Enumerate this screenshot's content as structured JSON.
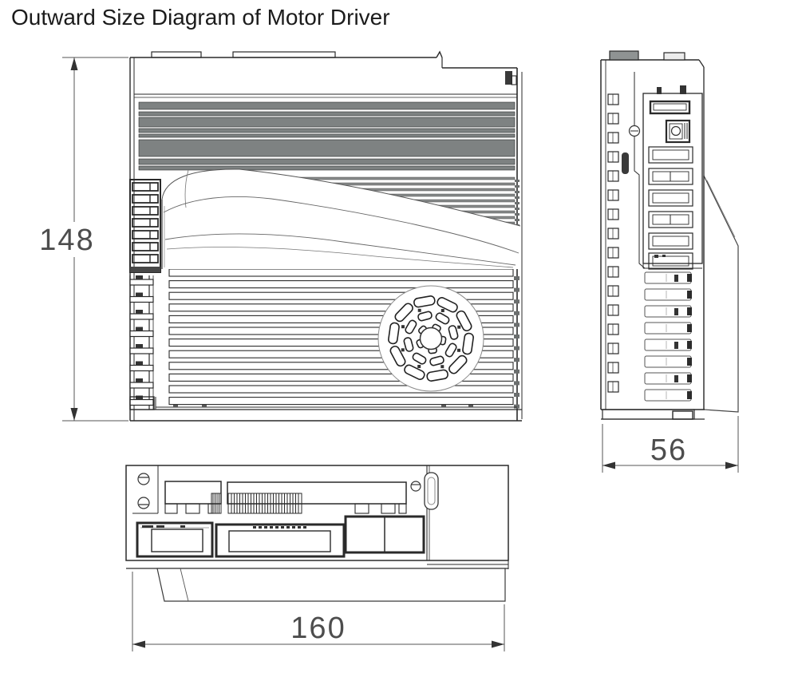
{
  "title": "Outward Size Diagram of Motor Driver",
  "dimensions": {
    "height": {
      "value": "148"
    },
    "depth": {
      "value": "56"
    },
    "width": {
      "value": "160"
    }
  },
  "colors": {
    "line": "#2a2a2a",
    "fin_gray": "#7e8282",
    "stripe_gray": "#8a8d8d",
    "dim_text": "#4d4d4d"
  }
}
